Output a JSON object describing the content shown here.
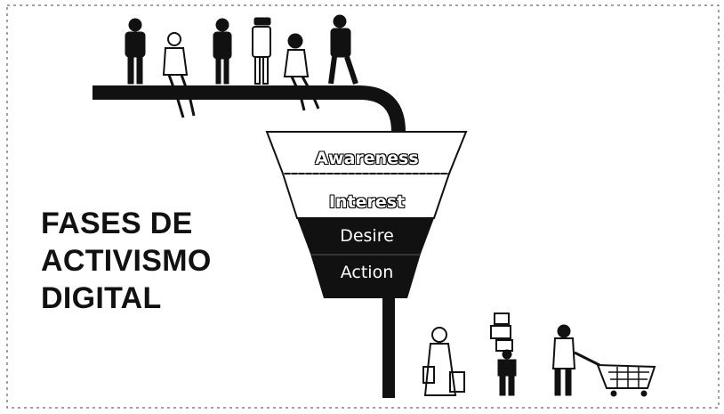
{
  "title": {
    "lines": [
      "FASES DE",
      "ACTIVISMO",
      "DIGITAL"
    ]
  },
  "funnel": {
    "stages": [
      {
        "label": "Awareness",
        "fill": "#ffffff"
      },
      {
        "label": "Interest",
        "fill": "#ffffff"
      },
      {
        "label": "Desire",
        "fill": "#111111"
      },
      {
        "label": "Action",
        "fill": "#111111"
      }
    ]
  },
  "colors": {
    "ink": "#111111",
    "background": "#ffffff"
  },
  "figures": {
    "top": [
      "person-standing-icon",
      "person-sitting-icon",
      "person-standing-icon",
      "person-standing-icon",
      "person-sitting-icon",
      "person-standing-icon"
    ],
    "bottom": [
      "shopper-with-bags-icon",
      "person-carrying-boxes-icon",
      "person-with-cart-icon"
    ]
  }
}
